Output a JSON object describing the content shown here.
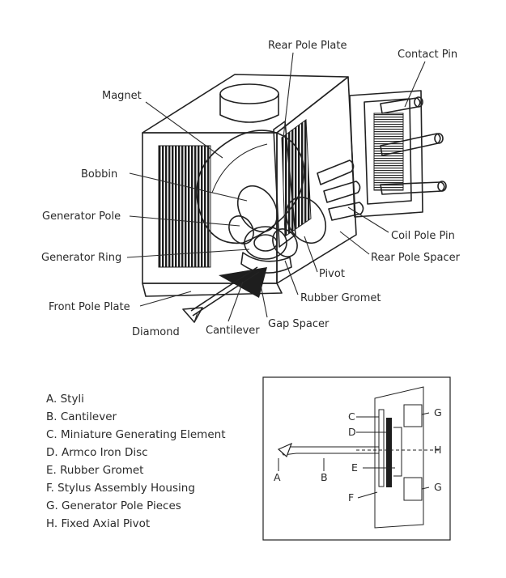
{
  "callouts": {
    "rear_pole_plate": "Rear Pole Plate",
    "contact_pin": "Contact Pin",
    "magnet": "Magnet",
    "bobbin": "Bobbin",
    "generator_pole": "Generator Pole",
    "generator_ring": "Generator Ring",
    "front_pole_plate": "Front Pole Plate",
    "diamond": "Diamond",
    "cantilever": "Cantilever",
    "gap_spacer": "Gap Spacer",
    "rubber_gromet": "Rubber Gromet",
    "pivot": "Pivot",
    "rear_pole_spacer": "Rear Pole Spacer",
    "coil_pole_pin": "Coil Pole Pin"
  },
  "legend": [
    "A. Styli",
    "B. Cantilever",
    "C. Miniature Generating Element",
    "D. Armco Iron Disc",
    "E. Rubber Gromet",
    "F. Stylus Assembly Housing",
    "G. Generator Pole Pieces",
    "H. Fixed Axial Pivot"
  ],
  "schematic_letters": {
    "a": "A",
    "b": "B",
    "c": "C",
    "d": "D",
    "e": "E",
    "f": "F",
    "g_top": "G",
    "g_bottom": "G",
    "h": "H"
  }
}
